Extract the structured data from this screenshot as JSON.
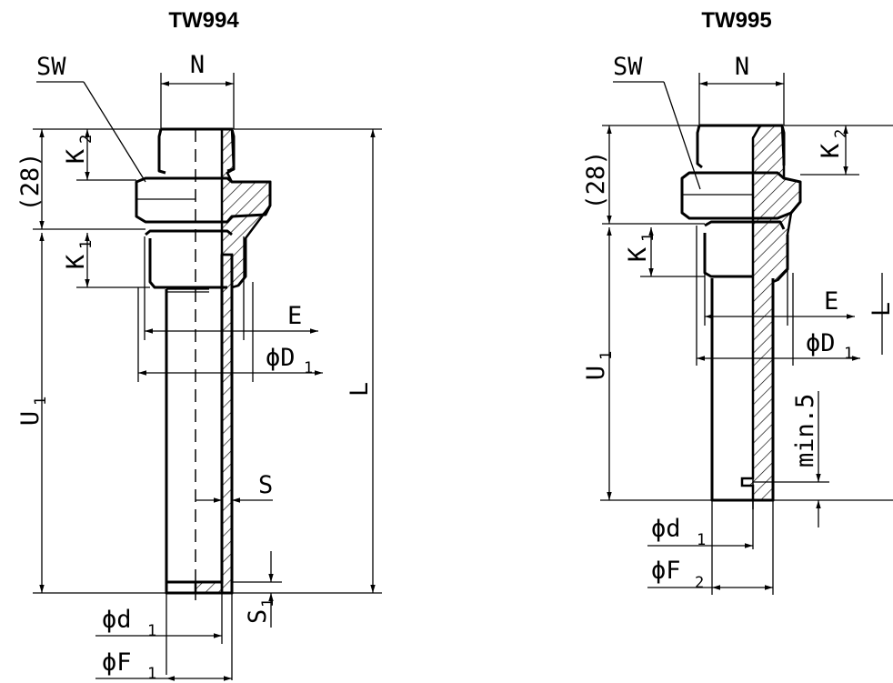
{
  "drawings": [
    {
      "title": "TW994",
      "labels": {
        "sw": "SW",
        "n": "N",
        "k2": "K",
        "k2_sub": "2",
        "dim28": "(28)",
        "k1": "K",
        "k1_sub": "1",
        "u1": "U",
        "u1_sub": "1",
        "l": "L",
        "e": "E",
        "d1": "ϕD",
        "d1_sub": "1",
        "s": "S",
        "s1": "S",
        "s1_sub": "1",
        "d_small": "ϕd",
        "d_small_sub": "1",
        "f": "ϕF",
        "f_sub": "1"
      }
    },
    {
      "title": "TW995",
      "labels": {
        "sw": "SW",
        "n": "N",
        "k2": "K",
        "k2_sub": "2",
        "dim28": "(28)",
        "k1": "K",
        "k1_sub": "1",
        "u1": "U",
        "u1_sub": "1",
        "l": "L",
        "e": "E",
        "d1": "ϕD",
        "d1_sub": "1",
        "min5": "min.5",
        "d_small": "ϕd",
        "d_small_sub": "1",
        "f": "ϕF",
        "f_sub": "2"
      }
    }
  ]
}
